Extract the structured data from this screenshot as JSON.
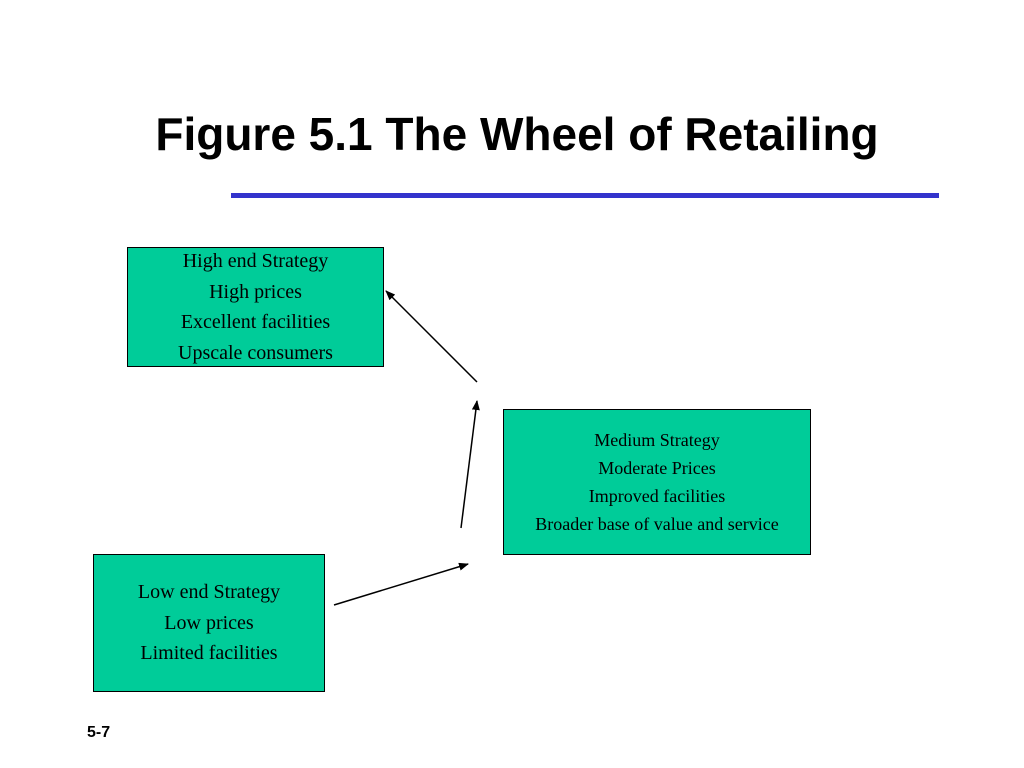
{
  "title": "Figure 5.1 The Wheel of Retailing",
  "boxes": {
    "high": {
      "lines": [
        "High end Strategy",
        "High prices",
        "Excellent facilities",
        "Upscale consumers"
      ]
    },
    "medium": {
      "lines": [
        "Medium Strategy",
        "Moderate Prices",
        "Improved facilities",
        "Broader base of value and service"
      ]
    },
    "low": {
      "lines": [
        "Low end Strategy",
        "Low prices",
        "Limited facilities"
      ]
    }
  },
  "slide_number": "5-7",
  "colors": {
    "box_fill": "#00cc99",
    "title_rule": "#3333cc"
  }
}
